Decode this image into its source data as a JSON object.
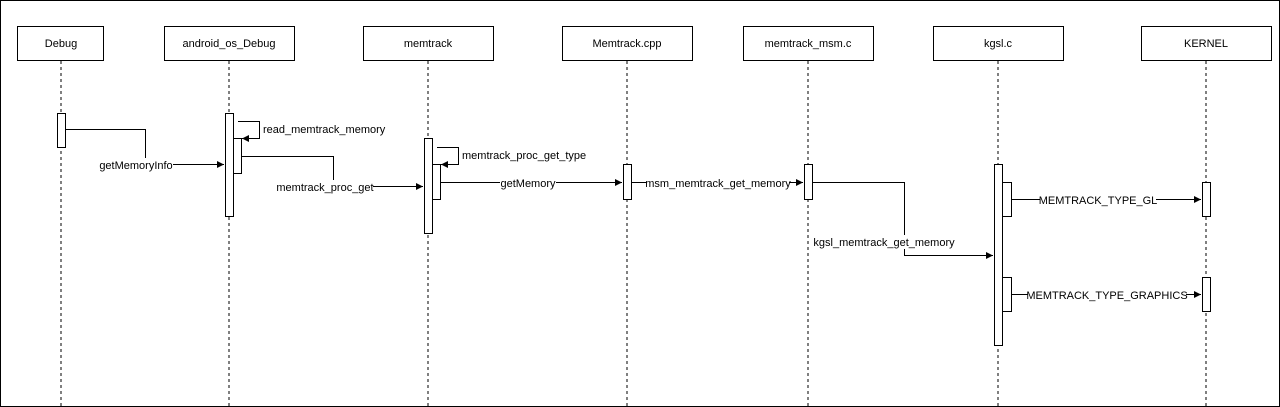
{
  "participants": [
    {
      "id": "debug",
      "label": "Debug"
    },
    {
      "id": "android_os_debug",
      "label": "android_os_Debug"
    },
    {
      "id": "memtrack",
      "label": "memtrack"
    },
    {
      "id": "memtrack_cpp",
      "label": "Memtrack.cpp"
    },
    {
      "id": "memtrack_msm",
      "label": "memtrack_msm.c"
    },
    {
      "id": "kgsl",
      "label": "kgsl.c"
    },
    {
      "id": "kernel",
      "label": "KERNEL"
    }
  ],
  "messages": [
    {
      "id": "get-memory-info",
      "label": "getMemoryInfo",
      "from": "debug",
      "to": "android_os_debug"
    },
    {
      "id": "read-memtrack-memory",
      "label": "read_memtrack_memory",
      "from": "android_os_debug",
      "to": "android_os_debug"
    },
    {
      "id": "memtrack-proc-get",
      "label": "memtrack_proc_get",
      "from": "android_os_debug",
      "to": "memtrack"
    },
    {
      "id": "memtrack-proc-get-type",
      "label": "memtrack_proc_get_type",
      "from": "memtrack",
      "to": "memtrack"
    },
    {
      "id": "get-memory",
      "label": "getMemory",
      "from": "memtrack",
      "to": "memtrack_cpp"
    },
    {
      "id": "msm-memtrack-get-memory",
      "label": "msm_memtrack_get_memory",
      "from": "memtrack_cpp",
      "to": "memtrack_msm"
    },
    {
      "id": "kgsl-memtrack-get-memory",
      "label": "kgsl_memtrack_get_memory",
      "from": "memtrack_msm",
      "to": "kgsl"
    },
    {
      "id": "memtrack-type-gl",
      "label": "MEMTRACK_TYPE_GL",
      "from": "kgsl",
      "to": "kernel"
    },
    {
      "id": "memtrack-type-graphics",
      "label": "MEMTRACK_TYPE_GRAPHICS",
      "from": "kgsl",
      "to": "kernel"
    }
  ]
}
